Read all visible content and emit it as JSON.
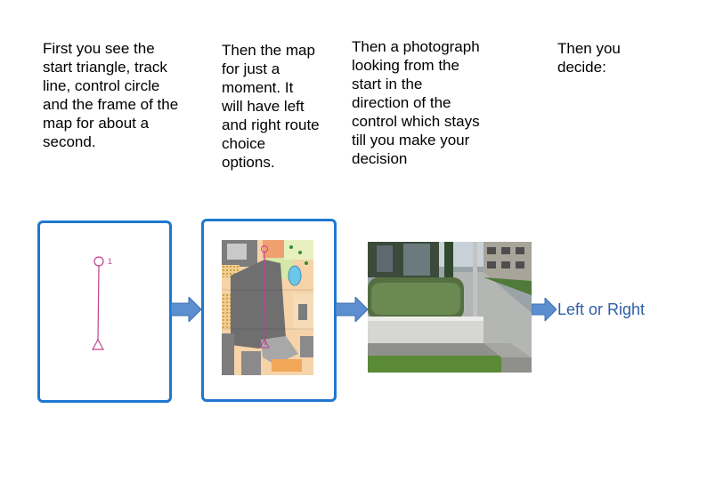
{
  "captions": {
    "step1": "First you see the\nstart triangle, track\nline, control circle\nand the frame of the\nmap for about a\nsecond.",
    "step2": "Then the map\nfor just a\nmoment.  It\nwill have left\nand right route\nchoice\noptions.",
    "step3": "Then a photograph\n looking from the\nstart in the\ndirection of the\ncontrol which stays\ntill you make your\ndecision",
    "step4": "Then you\ndecide:"
  },
  "course": {
    "control_number": "1"
  },
  "decision_label": "Left or Right",
  "colors": {
    "panel_border": "#1f77d0",
    "arrow_fill": "#5b8fcf",
    "course_magenta": "#c2408f",
    "decision_text": "#2e5fa8"
  },
  "icons": {
    "arrow": "right-arrow-icon",
    "start": "start-triangle-icon",
    "control": "control-circle-icon"
  }
}
